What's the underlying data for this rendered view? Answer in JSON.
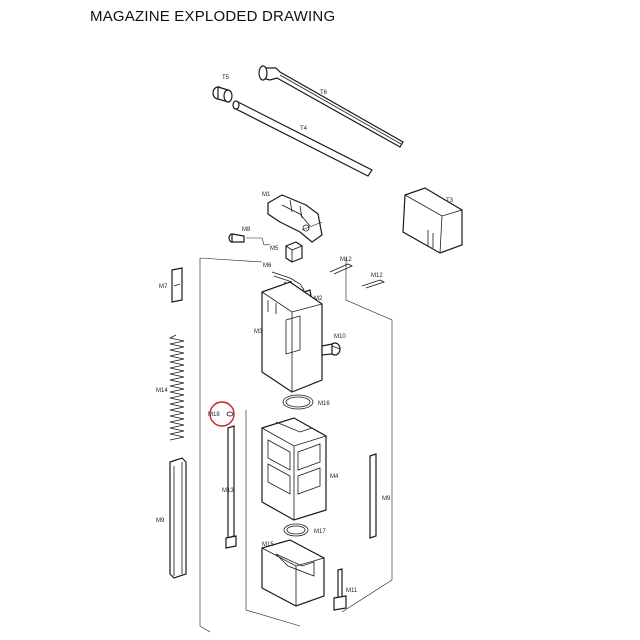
{
  "title": "MAGAZINE EXPLODED DRAWING",
  "labels": {
    "T6": "T6",
    "T5": "T5",
    "T4": "T4",
    "T3": "T3",
    "M1": "M1",
    "M8": "M8",
    "M5": "M5",
    "M6": "M6",
    "M12a": "M12",
    "M12b": "M12",
    "M2": "M2",
    "M3": "M3",
    "M10": "M10",
    "M7": "M7",
    "M14": "M14",
    "M16": "M16",
    "M18": "M18",
    "M4": "M4",
    "M13": "M13",
    "M9a": "M9",
    "M9b": "M9",
    "M17": "M17",
    "M15": "M15",
    "M11": "M11"
  },
  "colors": {
    "line": "#1a1a1a",
    "highlight": "#cc2222"
  }
}
